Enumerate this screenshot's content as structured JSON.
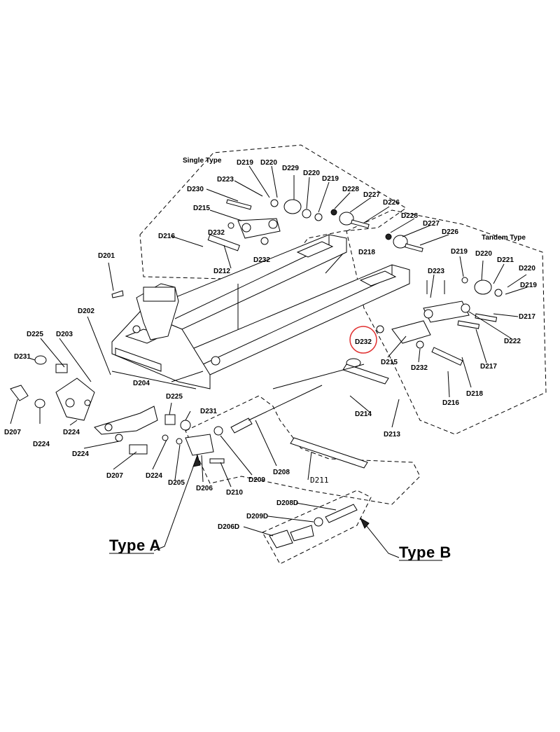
{
  "headers": {
    "single_type": "Single Type",
    "tandem_type": "Tandem Type",
    "type_a": "Type A",
    "type_b": "Type B"
  },
  "labels": {
    "D201": "D201",
    "D202": "D202",
    "D203": "D203",
    "D204": "D204",
    "D205": "D205",
    "D206": "D206",
    "D206D": "D206D",
    "D207a": "D207",
    "D207b": "D207",
    "D208": "D208",
    "D208D": "D208D",
    "D209": "D209",
    "D209D": "D209D",
    "D210": "D210",
    "D211": "D211",
    "D212": "D212",
    "D213": "D213",
    "D214": "D214",
    "D215a": "D215",
    "D215b": "D215",
    "D216a": "D216",
    "D216b": "D216",
    "D217a": "D217",
    "D217b": "D217",
    "D218a": "D218",
    "D218b": "D218",
    "D219a": "D219",
    "D219b": "D219",
    "D219c": "D219",
    "D219d": "D219",
    "D220a": "D220",
    "D220b": "D220",
    "D220c": "D220",
    "D220d": "D220",
    "D221": "D221",
    "D222": "D222",
    "D223a": "D223",
    "D223b": "D223",
    "D224a": "D224",
    "D224b": "D224",
    "D224c": "D224",
    "D224d": "D224",
    "D225a": "D225",
    "D225b": "D225",
    "D226a": "D226",
    "D226b": "D226",
    "D227a": "D227",
    "D227b": "D227",
    "D228a": "D228",
    "D228b": "D228",
    "D229": "D229",
    "D230": "D230",
    "D231a": "D231",
    "D231b": "D231",
    "D232a": "D232",
    "D232b": "D232",
    "D232c": "D232",
    "D232d": "D232"
  },
  "highlight": {
    "label": "D232",
    "color": "#e03030"
  }
}
